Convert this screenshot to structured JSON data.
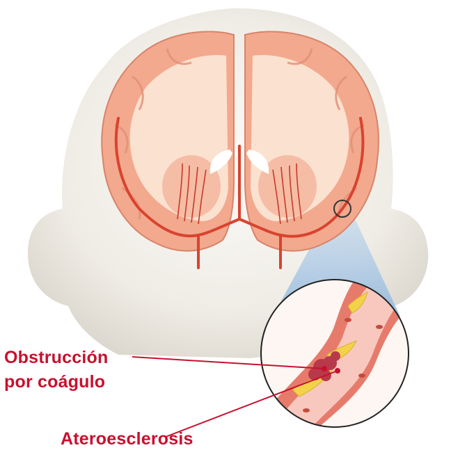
{
  "labels": {
    "obstruction_line1": "Obstrucción",
    "obstruction_line2": "por coágulo",
    "atherosclerosis": "Ateroesclerosis"
  },
  "colors": {
    "label_text": "#c8102e",
    "leader_line": "#c8102e",
    "head_silhouette": "#ece9e2",
    "brain_cortex": "#f2a98e",
    "brain_white_matter": "#fbe1cf",
    "artery": "#d9432f",
    "zoom_beam": "#a9c8e6",
    "plaque": "#f3d24a",
    "clot": "#b8394a"
  },
  "icons": {
    "zoom_target": "magnify-circle"
  }
}
